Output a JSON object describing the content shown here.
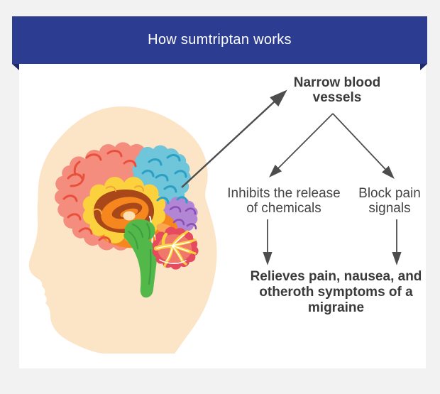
{
  "page": {
    "bg": "#f2f2f3",
    "card_bg": "#ffffff"
  },
  "banner": {
    "title": "How sumtriptan works",
    "bg": "#2c3d91",
    "fold_color": "#1c2a6b",
    "text_color": "#ffffff"
  },
  "flowchart": {
    "narrow_blood_vessels": "Narrow blood vessels",
    "inhibits": "Inhibits the release of chemicals",
    "block_pain": "Block pain signals",
    "relieves": "Relieves pain, nausea, and otheroth symptoms of a migraine",
    "arrow_color": "#4d4d4d",
    "text_color": "#454545"
  },
  "illustration": {
    "icon": "brain-cross-section-in-head-icon",
    "colors": {
      "skin": "#fce4c6",
      "cerebrum": "#f58d7e",
      "cerebrum_lines": "#e8503c",
      "parietal": "#6fc5d9",
      "parietal_lines": "#2b9fc4",
      "occipital": "#b285d5",
      "occipital_lines": "#8a50b8",
      "limbic": "#fcd13e",
      "limbic_lines": "#f2a73b",
      "corpus": "#a8471a",
      "inner_orange": "#f6871f",
      "inner_light": "#f9a84f",
      "inner_cream": "#fbe0b4",
      "stem": "#53b84a",
      "stem_lines": "#3f9e41",
      "cerebellum": "#e64a5e",
      "cerebellum_inner": "#f0786b",
      "cerebellum_tree": "#fcd13e",
      "vein": "#ffffff"
    }
  }
}
